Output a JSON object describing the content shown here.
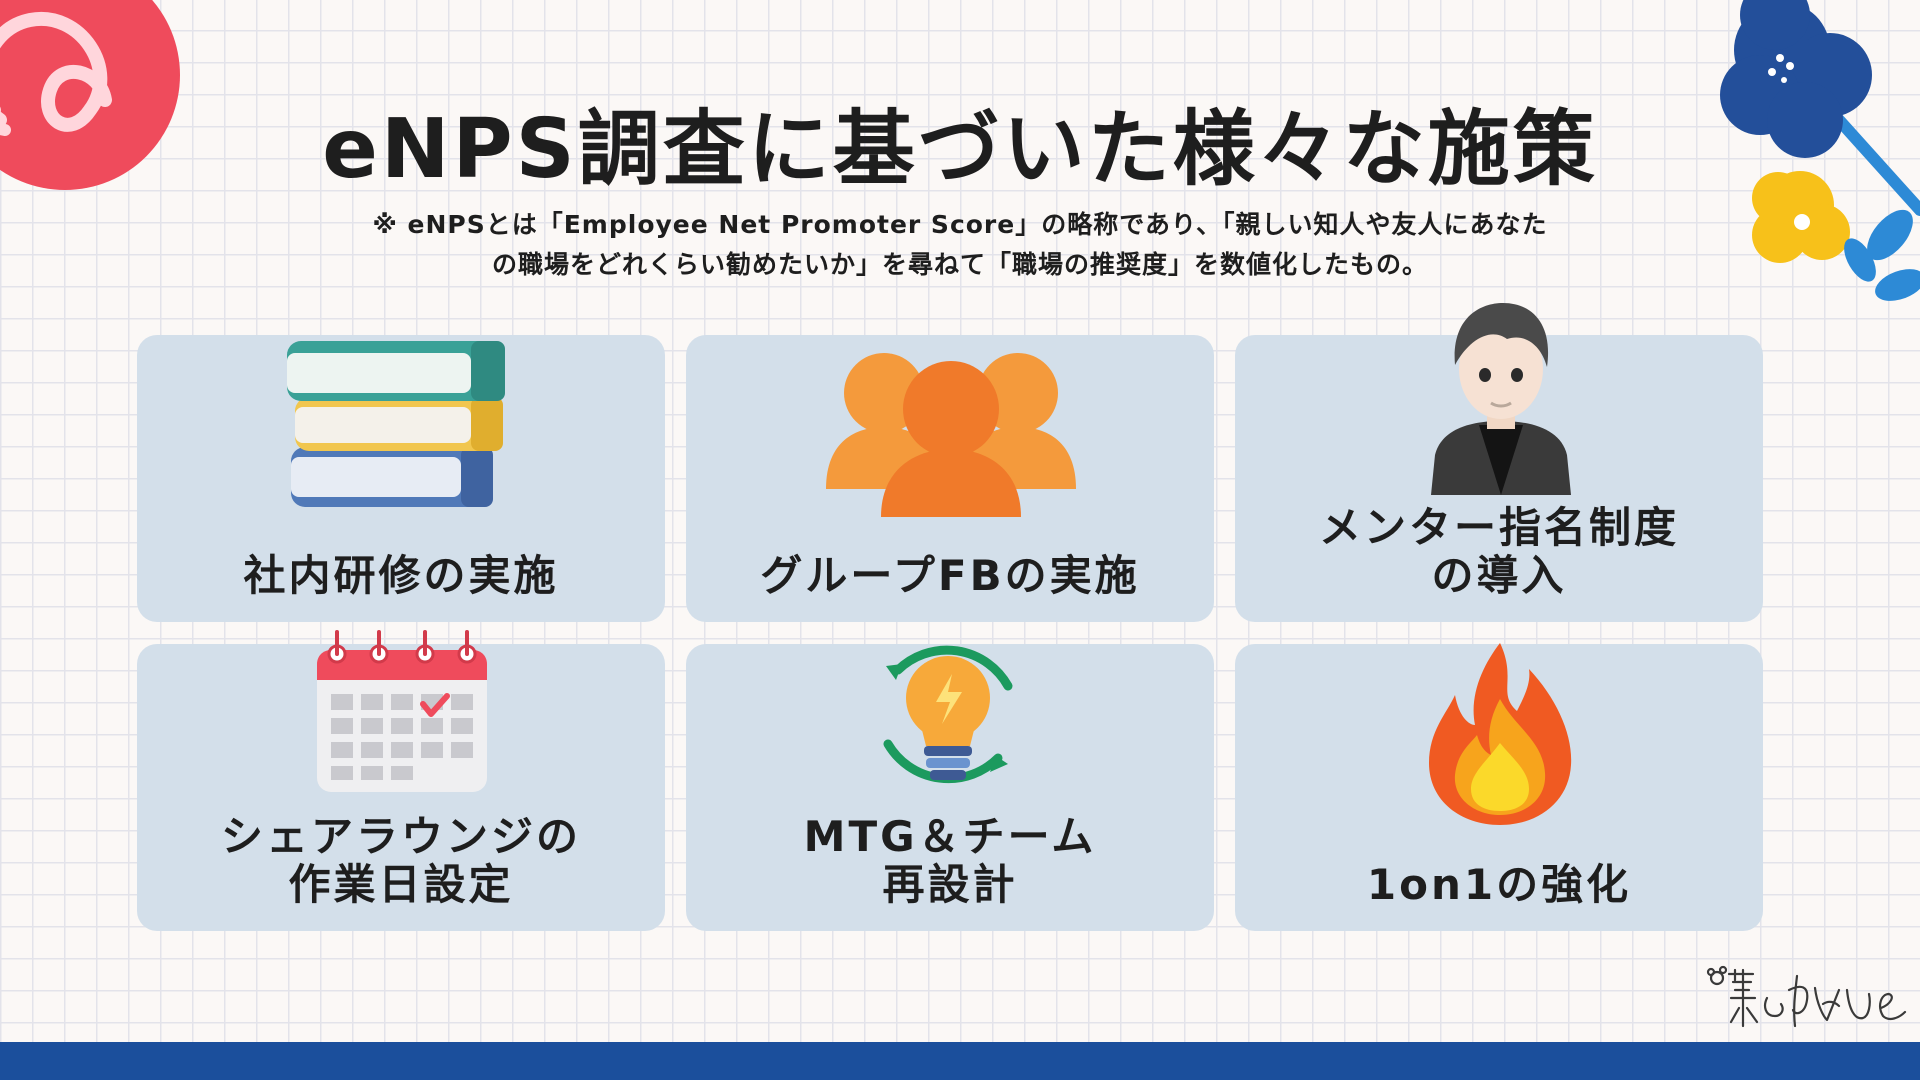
{
  "slide": {
    "title": "eNPS調査に基づいた様々な施策",
    "note": {
      "line1": "※ eNPSとは「Employee Net Promoter Score」の略称であり、「親しい知人や友人にあなた",
      "line2": "の職場をどれくらい勧めたいか」を尋ねて「職場の推奨度」を数値化したもの。"
    },
    "cards": [
      {
        "lines": [
          "社内研修の実施"
        ],
        "icon": "books-icon"
      },
      {
        "lines": [
          "グループFBの実施"
        ],
        "icon": "group-people-icon"
      },
      {
        "lines": [
          "メンター指名制度",
          "の導入"
        ],
        "icon": "mentor-avatar-icon"
      },
      {
        "lines": [
          "シェアラウンジの",
          "作業日設定"
        ],
        "icon": "calendar-icon"
      },
      {
        "lines": [
          "MTG＆チーム",
          "再設計"
        ],
        "icon": "lightbulb-cycle-icon"
      },
      {
        "lines": [
          "1on1の強化"
        ],
        "icon": "fire-icon"
      }
    ],
    "colors": {
      "card_bg": "#d3dfea",
      "footer_bar": "#1b4f9c",
      "accent_red": "#ef4b5c",
      "accent_blue": "#234f9a",
      "accent_yellow": "#f7c11a"
    }
  }
}
